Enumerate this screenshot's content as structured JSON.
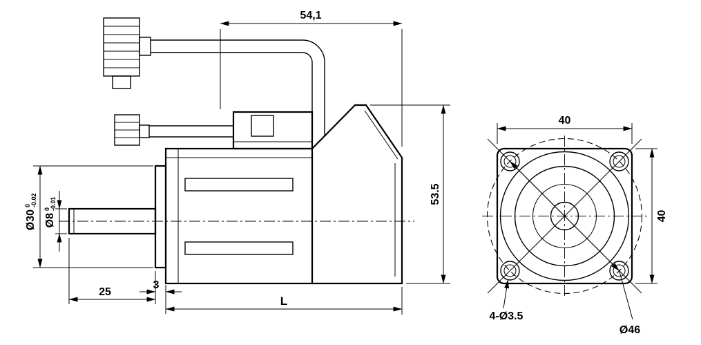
{
  "side_view": {
    "dim_top_width": "54,1",
    "dim_overall_height": "53.5",
    "boss_diameter": {
      "value": "Ø30",
      "tol_upper": "0",
      "tol_lower": "-0.02"
    },
    "shaft_diameter": {
      "value": "Ø8",
      "tol_upper": "0",
      "tol_lower": "-0.01"
    },
    "dim_shaft_length": "25",
    "dim_boss_thickness": "3",
    "dim_body_length": "L"
  },
  "front_view": {
    "dim_flange_width": "40",
    "dim_flange_height": "40",
    "mounting_holes_label": "4-Ø3.5",
    "bolt_circle_label": "Ø46"
  }
}
